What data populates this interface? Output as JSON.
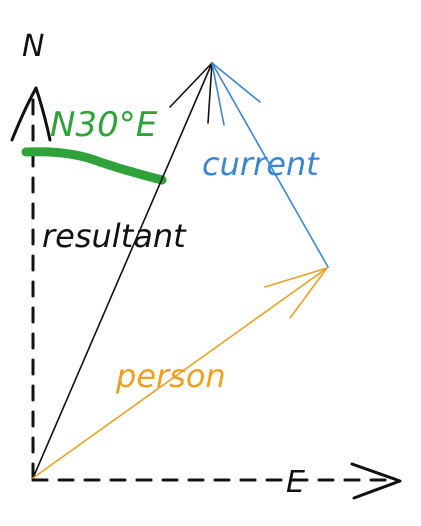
{
  "labels": {
    "north": "N",
    "east": "E",
    "bearing": "N30°E",
    "resultant": "resultant",
    "current": "current",
    "person": "person"
  },
  "colors": {
    "background": "#ffffff",
    "axis": "#111111",
    "resultant": "#111111",
    "current": "#3a86d4",
    "person": "#f0a020",
    "bearing": "#2fa33a"
  }
}
